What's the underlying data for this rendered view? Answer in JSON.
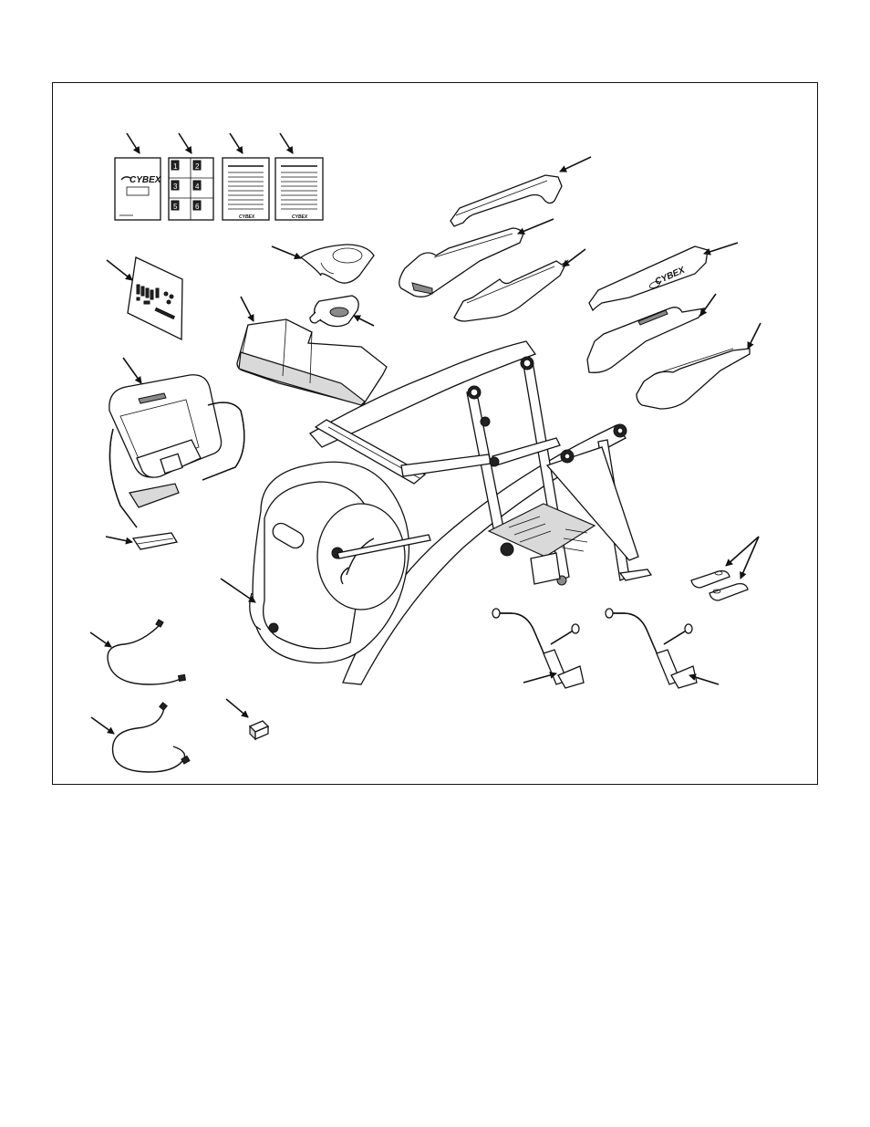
{
  "diagram": {
    "brand": "CYBEX",
    "parts_sheet_numbers": [
      "1",
      "2",
      "3",
      "4",
      "5",
      "6"
    ]
  },
  "colors": {
    "line": "#111111",
    "background": "#ffffff",
    "shade": "#d9d9d9"
  }
}
